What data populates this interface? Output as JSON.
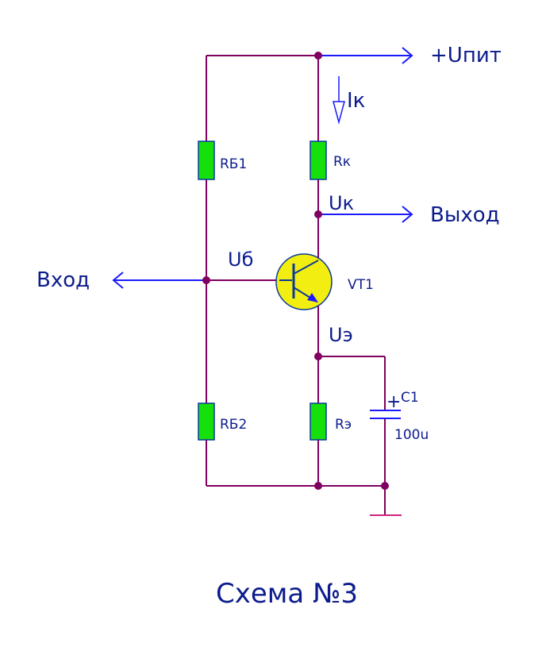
{
  "colors": {
    "wire": "#800060",
    "label": "#0c1c8c",
    "port_arrow": "#1a1aff",
    "resistor_fill": "#16e00c",
    "transistor_fill": "#f2ee12",
    "ground": "#d02080"
  },
  "labels": {
    "supply": "+Uпит",
    "collector_current": "Iк",
    "rb1": "RБ1",
    "rk": "Rк",
    "uk": "Uк",
    "output": "Выход",
    "ub": "Uб",
    "input": "Вход",
    "vt1": "VT1",
    "ue": "Uэ",
    "c1_name": "C1",
    "c1_value": "100u",
    "rb2": "RБ2",
    "re": "Rэ",
    "title": "Схема №3"
  },
  "icons": {
    "capacitor_polarity": "+",
    "transistor": "npn-transistor-icon",
    "ground": "ground-icon"
  }
}
